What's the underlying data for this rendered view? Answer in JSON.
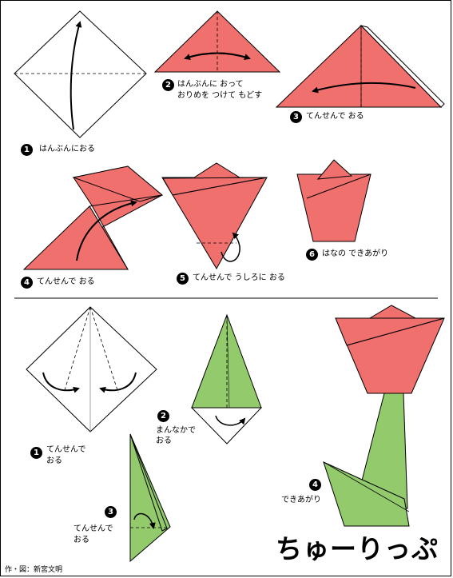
{
  "colors": {
    "flower": "#f0706e",
    "stem": "#93cb6c",
    "line": "#000000"
  },
  "flower_section": {
    "steps": [
      {
        "number": "1",
        "text": "はんぶんにおる"
      },
      {
        "number": "2",
        "text": "はんぶんに おって",
        "text2": "おりめを つけて もどす"
      },
      {
        "number": "3",
        "text": "てんせんで おる"
      },
      {
        "number": "4",
        "text": "てんせんで おる"
      },
      {
        "number": "5",
        "text": "てんせんで うしろに おる"
      },
      {
        "number": "6",
        "text": "はなの できあがり"
      }
    ]
  },
  "stem_section": {
    "steps": [
      {
        "number": "1",
        "text": "てんせんで",
        "text2": "おる"
      },
      {
        "number": "2",
        "text": "まんなかで",
        "text2": "おる"
      },
      {
        "number": "3",
        "text": "てんせんで",
        "text2": "おる"
      },
      {
        "number": "4",
        "text": "できあがり"
      }
    ]
  },
  "title": "ちゅーりっぷ",
  "credit": "作・図：新宮文明"
}
